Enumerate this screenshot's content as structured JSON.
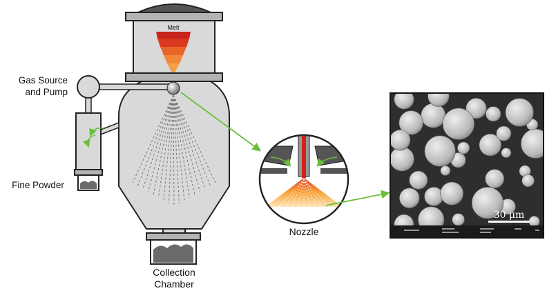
{
  "labels": {
    "melt": "Melt",
    "gas_source_line1": "Gas Source",
    "gas_source_line2": "and Pump",
    "fine_powder": "Fine Powder",
    "collection_line1": "Collection",
    "collection_line2": "Chamber",
    "nozzle": "Nozzle",
    "scale_bar": "30 μm"
  },
  "colors": {
    "vessel_fill": "#d9d9d9",
    "outline": "#222222",
    "flange": "#b3b3b3",
    "arrow_green": "#6abf3a",
    "melt_top": "#c6241c",
    "melt_bottom": "#f6a04a",
    "micrograph_bg": "#2e2e2e"
  }
}
